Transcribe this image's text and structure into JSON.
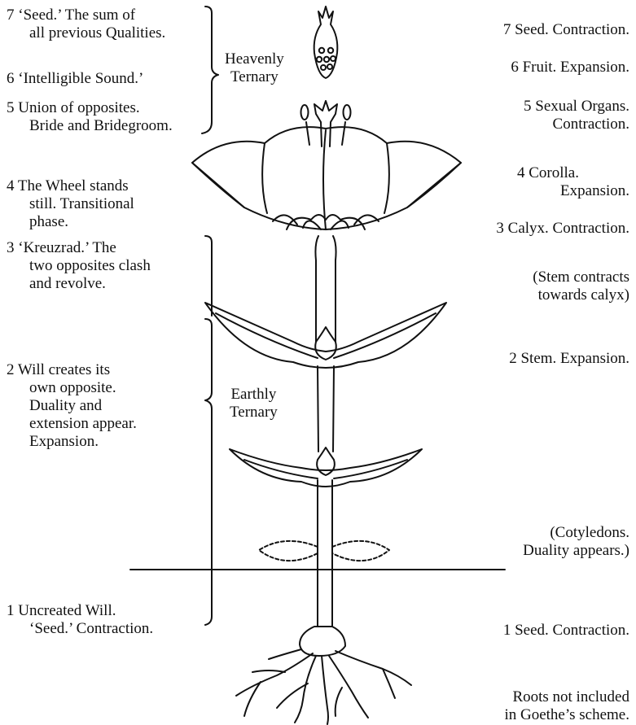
{
  "left_labels": [
    {
      "id": "stage-7",
      "lines": [
        "7  ‘Seed.’ The sum of",
        "all previous Qualities."
      ]
    },
    {
      "id": "stage-6",
      "lines": [
        "6  ‘Intelligible Sound.’"
      ]
    },
    {
      "id": "stage-5",
      "lines": [
        "5  Union of opposites.",
        "Bride and Bridegroom."
      ]
    },
    {
      "id": "stage-4",
      "lines": [
        "4  The Wheel stands",
        "still. Transitional",
        "phase."
      ]
    },
    {
      "id": "stage-3",
      "lines": [
        "3  ‘Kreuzrad.’ The",
        "two opposites clash",
        "and revolve."
      ]
    },
    {
      "id": "stage-2",
      "lines": [
        "2  Will creates its",
        "own opposite.",
        "Duality and",
        "extension appear.",
        "Expansion."
      ]
    },
    {
      "id": "stage-1",
      "lines": [
        "1  Uncreated Will.",
        "‘Seed.’  Contraction."
      ]
    }
  ],
  "ternaries": {
    "heavenly": [
      "Heavenly",
      "Ternary"
    ],
    "earthly": [
      "Earthly",
      "Ternary"
    ]
  },
  "right_labels": [
    {
      "id": "goethe-7",
      "lines": [
        "7  Seed.  Contraction."
      ]
    },
    {
      "id": "goethe-6",
      "lines": [
        "6  Fruit.  Expansion."
      ]
    },
    {
      "id": "goethe-5",
      "lines": [
        "5  Sexual Organs.",
        "Contraction."
      ]
    },
    {
      "id": "goethe-4",
      "lines": [
        "4  Corolla.",
        "Expansion."
      ]
    },
    {
      "id": "goethe-3",
      "lines": [
        "3  Calyx.  Contraction."
      ]
    },
    {
      "id": "stem-note",
      "lines": [
        "(Stem contracts",
        "towards calyx)"
      ]
    },
    {
      "id": "goethe-2",
      "lines": [
        "2  Stem.  Expansion."
      ]
    },
    {
      "id": "cotyledons",
      "lines": [
        "(Cotyledons.",
        "Duality appears.)"
      ]
    },
    {
      "id": "goethe-1",
      "lines": [
        "1  Seed.  Contraction."
      ]
    },
    {
      "id": "roots-note",
      "lines": [
        "Roots not included",
        "in Goethe’s scheme."
      ]
    }
  ]
}
